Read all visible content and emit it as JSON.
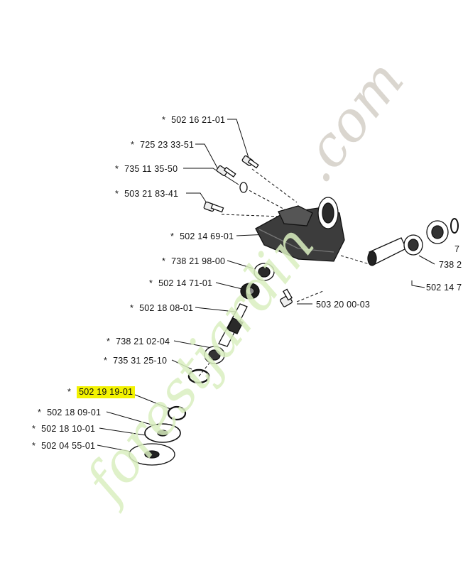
{
  "watermark": {
    "text": "forestjardin.com",
    "part_main": "forestjardin",
    "part_tld": ".com",
    "colors": {
      "main": "#d9eec0",
      "tld": "#d4cfc7"
    }
  },
  "colors": {
    "highlight": "#f2f200",
    "lines": "#111111",
    "parts_fill": "#2a2a2a"
  },
  "labels": {
    "l1": "502 16 21-01",
    "l2": "725 23 33-51",
    "l3": "735 11 35-50",
    "l4": "503 21 83-41",
    "l5": "502 14 69-01",
    "l6": "738 21 98-00",
    "l7": "502 14 71-01",
    "l8": "502 18 08-01",
    "l9": "738 21 02-04",
    "l10": "735 31 25-10",
    "l11": "502 19 19-01",
    "l12": "502 18 09-01",
    "l13": "502 18 10-01",
    "l14": "502 04 55-01",
    "r1": "503 20 00-03",
    "r2": "738 2",
    "r3": "502 14 7",
    "r4": "7"
  },
  "star": "*",
  "highlighted_label": "502 19 19-01"
}
